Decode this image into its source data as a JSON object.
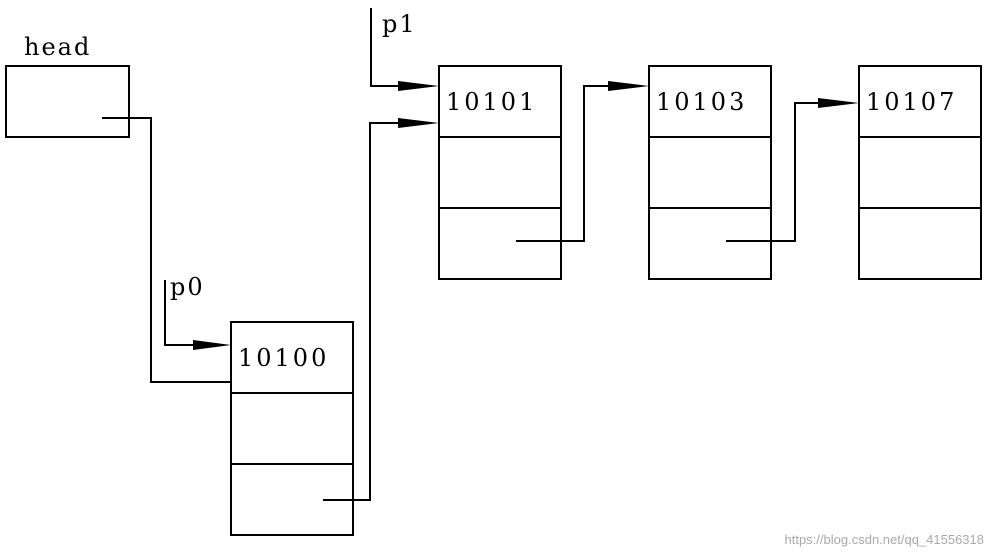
{
  "pointers": {
    "head": "head",
    "p0": "p0",
    "p1": "p1"
  },
  "nodes": [
    {
      "id": "node-10100",
      "number": "10100"
    },
    {
      "id": "node-10101",
      "number": "10101"
    },
    {
      "id": "node-10103",
      "number": "10103"
    },
    {
      "id": "node-10107",
      "number": "10107"
    }
  ],
  "watermark": "https://blog.csdn.net/qq_41556318"
}
